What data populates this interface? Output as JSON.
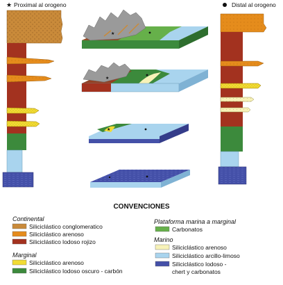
{
  "header": {
    "proximal_label": "Proximal al orogeno",
    "distal_label": "Distal al orogeno"
  },
  "legend": {
    "title": "CONVENCIONES",
    "groups": [
      {
        "name": "Continental",
        "items": [
          {
            "label": "Siliciclástico conglomeratico",
            "color": "#c98a3a"
          },
          {
            "label": "Siliciclástico arenoso",
            "color": "#e58c1c"
          },
          {
            "label": "Siliciclástico lodoso rojizo",
            "color": "#a3321f"
          }
        ]
      },
      {
        "name": "Marginal",
        "items": [
          {
            "label": "Siliciclástico arenoso",
            "color": "#f2dc34"
          },
          {
            "label": "Siliciclástico lodoso oscuro - carbón",
            "color": "#3c8a3c"
          }
        ]
      },
      {
        "name": "Plataforma marina a marginal",
        "items": [
          {
            "label": "Carbonatos",
            "color": "#66b04a"
          }
        ]
      },
      {
        "name": "Marino",
        "items": [
          {
            "label": "Siliciclástico arenoso",
            "color": "#f7f2b8"
          },
          {
            "label": "Siliciclástico arcillo-limoso",
            "color": "#a9d4ee"
          },
          {
            "label": "Siliciclástico lodoso -",
            "label2": "chert y carbonatos",
            "color": "#4450a8"
          }
        ]
      }
    ]
  },
  "colors": {
    "conglomerate": "#c98a3a",
    "sand_orange": "#e58c1c",
    "mud_red": "#a3321f",
    "marginal_sand": "#f2dc34",
    "marginal_mud": "#3c8a3c",
    "carbonate": "#66b04a",
    "marine_sand": "#f7f2b8",
    "marine_silt": "#a9d4ee",
    "marine_mud": "#4450a8",
    "mountain": "#9a9a9a"
  }
}
